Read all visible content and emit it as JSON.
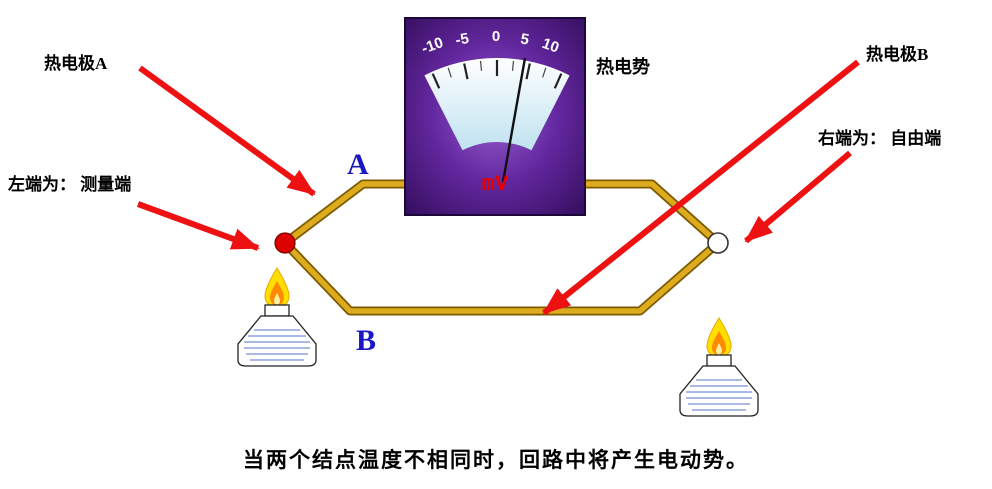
{
  "labels": {
    "electrode_a": "热电极A",
    "electrode_b": "热电极B",
    "emf": "热电势",
    "left_end": "左端为： 测量端",
    "right_end": "右端为： 自由端",
    "wire_a": "A",
    "wire_b": "B"
  },
  "meter": {
    "unit": "mV",
    "scale_ticks": [
      "-10",
      "-5",
      "0",
      "5",
      "10"
    ]
  },
  "caption": "当两个结点温度不相同时，回路中将产生电动势。",
  "colors": {
    "wire_gold": "#dcab1e",
    "wire_edge": "#7d5a00",
    "arrow_red": "#ee1111",
    "junction_measuring": "#dd0000",
    "junction_free": "#ffffff",
    "meter_purple_dark": "#2c0a52",
    "meter_purple_mid": "#63279f",
    "scale_face_blue": "#bfe2f0",
    "letter_blue": "#1a18c4",
    "unit_red": "#e80000",
    "flame_yellow": "#ffdf00",
    "flame_orange": "#ff8a00",
    "flame_blue": "#3b6cf5"
  }
}
